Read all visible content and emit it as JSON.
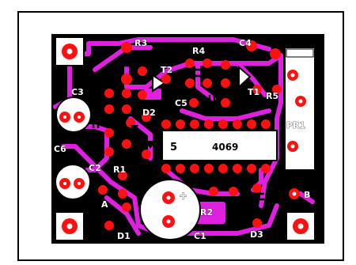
{
  "board": {
    "colors": {
      "background": "#ffffff",
      "copper": "#e020e0",
      "pad": "#ff1010",
      "pad_hole": "#ffffff",
      "silkscreen": "#000000"
    },
    "labels": {
      "r3": "R3",
      "c4": "C4",
      "r4": "R4",
      "t2": "T2",
      "t1": "T1",
      "r5": "R5",
      "c3": "C3",
      "c5": "C5",
      "d2": "D2",
      "pr1": "PR1",
      "c6": "C6",
      "ic1": "5",
      "ic_part": "4069",
      "c2": "C2",
      "r1": "R1",
      "a": "A",
      "c1": "C1",
      "r2": "R2",
      "d1": "D1",
      "d3": "D3",
      "b": "B",
      "plus": "+"
    }
  }
}
